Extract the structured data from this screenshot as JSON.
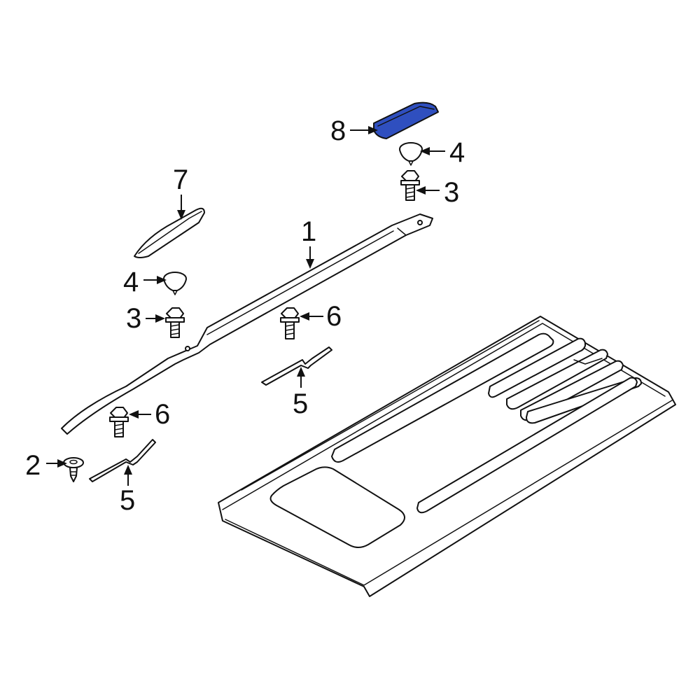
{
  "colors": {
    "highlight": "#2f4fbf",
    "line": "#111111",
    "background": "#ffffff"
  },
  "callouts": {
    "c1": "1",
    "c2": "2",
    "c3a": "3",
    "c3b": "3",
    "c4a": "4",
    "c4b": "4",
    "c5a": "5",
    "c5b": "5",
    "c6a": "6",
    "c6b": "6",
    "c7": "7",
    "c8": "8"
  }
}
